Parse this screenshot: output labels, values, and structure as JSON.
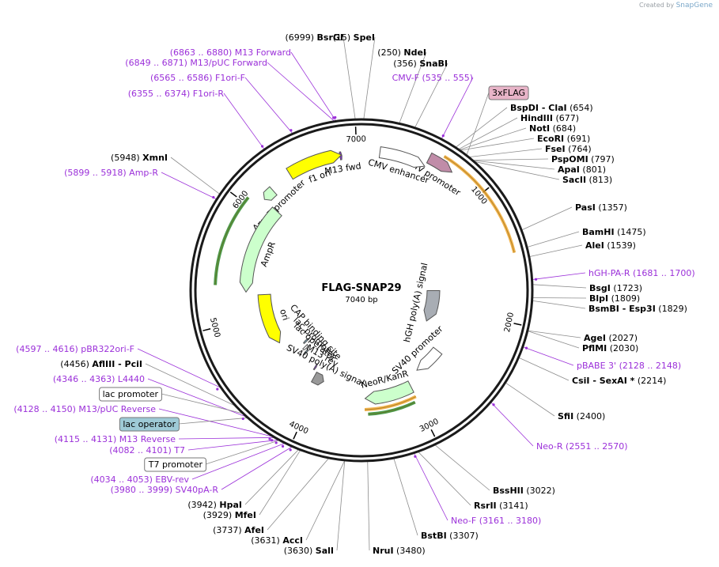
{
  "watermark": {
    "prefix": "Created by",
    "brand": "SnapGene"
  },
  "plasmid": {
    "name": "FLAG-SNAP29",
    "size_label": "7040 bp",
    "length": 7040
  },
  "colors": {
    "enzyme": "#000000",
    "primer": "#9b30d9",
    "leader": "#8c8c8c",
    "primer_leader": "#9b30d9",
    "backbone": "#1a1a1a",
    "highlight_orange": "#f0a830",
    "highlight_green": "#2e8b2e"
  },
  "scale_ticks": [
    {
      "bp": 1000,
      "label": "1000"
    },
    {
      "bp": 2000,
      "label": "2000"
    },
    {
      "bp": 3000,
      "label": "3000"
    },
    {
      "bp": 4000,
      "label": "4000"
    },
    {
      "bp": 5000,
      "label": "5000"
    },
    {
      "bp": 6000,
      "label": "6000"
    },
    {
      "bp": 7000,
      "label": "7000"
    }
  ],
  "features": [
    {
      "name": "FLAG",
      "label": "3xFLAG",
      "start": 712,
      "end": 778,
      "color": "#c8a0b8",
      "dir": 1,
      "kind": "boxlabel"
    },
    {
      "name": "cmv-promoter",
      "label": "CMV promoter",
      "start": 530,
      "end": 733,
      "color": "#c08ca8",
      "dir": 1
    },
    {
      "name": "cmv-enhancer",
      "label": "CMV enhancer",
      "start": 149,
      "end": 528,
      "color": "#ffffff",
      "dir": 1
    },
    {
      "name": "m13-fwd",
      "label": "M13 fwd",
      "start": 6862,
      "end": 6878,
      "color": "#8a2be2",
      "dir": 1
    },
    {
      "name": "f1-ori",
      "label": "f1 ori",
      "start": 6420,
      "end": 6875,
      "color": "#ffff00",
      "dir": 1
    },
    {
      "name": "ampr-promoter",
      "label": "AmpR promoter",
      "start": 6123,
      "end": 6227,
      "color": "#ccffcc",
      "dir": -1
    },
    {
      "name": "ampr",
      "label": "AmpR",
      "start": 5262,
      "end": 6122,
      "color": "#ccffcc",
      "dir": -1
    },
    {
      "name": "ori",
      "label": "ori",
      "start": 4640,
      "end": 5230,
      "color": "#ffff00",
      "dir": -1
    },
    {
      "name": "cap-site",
      "label": "CAP binding site",
      "start": 4440,
      "end": 4462,
      "color": "#7faabb",
      "dir": 1
    },
    {
      "name": "lac-promoter",
      "label": "lac promoter",
      "start": 4370,
      "end": 4400,
      "color": "#ffffff",
      "dir": -1
    },
    {
      "name": "lac-operator",
      "label": "lac operator",
      "start": 4330,
      "end": 4350,
      "color": "#7faabb",
      "dir": 1
    },
    {
      "name": "m13-rev",
      "label": "M13 rev",
      "start": 4115,
      "end": 4131,
      "color": "#8a2be2",
      "dir": -1
    },
    {
      "name": "sv40-polya",
      "label": "SV40 poly(A) signal",
      "start": 3960,
      "end": 4081,
      "color": "#999999",
      "dir": -1
    },
    {
      "name": "neor",
      "label": "NeoR/KanR",
      "start": 2989,
      "end": 3483,
      "color": "#ccffcc",
      "dir": 1
    },
    {
      "name": "sv40-promoter",
      "label": "SV40 promoter",
      "start": 2512,
      "end": 2841,
      "color": "#ffffff",
      "dir": 1
    },
    {
      "name": "hgh-polya",
      "label": "hGH poly(A) signal",
      "start": 1766,
      "end": 2255,
      "color": "#a8adb4",
      "dir": 1
    }
  ],
  "highlights": [
    {
      "name": "cmv-f-arc",
      "start": 620,
      "end": 1490,
      "color": "#f0a830",
      "dir": 1
    },
    {
      "name": "neor-arc",
      "start": 2990,
      "end": 3490,
      "color": "#f0a830",
      "dir": -1
    },
    {
      "name": "ampr-arc",
      "start": 5320,
      "end": 6050,
      "color": "#2e8b2e",
      "dir": -1
    },
    {
      "name": "neo-green",
      "start": 3020,
      "end": 3460,
      "color": "#2e8b2e",
      "dir": 1
    }
  ],
  "left_labels": [
    {
      "name": "xmni",
      "pos": "(5948)",
      "label": "XmnI",
      "bp": 5948,
      "kind": "enzyme",
      "x": 0,
      "y": 0
    },
    {
      "name": "amp-r",
      "text": "(5899 .. 5918)  Amp-R",
      "bp": 5908,
      "kind": "primer"
    },
    {
      "name": "pbr322ori-f",
      "text": "(4597 .. 4616)  pBR322ori-F",
      "bp": 4606,
      "kind": "primer"
    },
    {
      "name": "aflii-pcii",
      "pos": "(4456)",
      "label": "AflIII",
      "label2": "PciI",
      "bp": 4456,
      "kind": "enzyme2"
    },
    {
      "name": "l4440",
      "text": "(4346 .. 4363)  L4440",
      "bp": 4354,
      "kind": "primer"
    },
    {
      "name": "lac-promoter-label",
      "text": "lac promoter",
      "bp": 4385,
      "kind": "box",
      "fill": "#ffffff"
    },
    {
      "name": "m13-puc-reverse",
      "text": "(4128 .. 4150)  M13/pUC Reverse",
      "bp": 4139,
      "kind": "primer"
    },
    {
      "name": "lac-operator-label",
      "text": "lac operator",
      "bp": 4340,
      "kind": "box",
      "fill": "#9ecad6"
    },
    {
      "name": "m13-reverse",
      "text": "(4115 .. 4131)  M13 Reverse",
      "bp": 4123,
      "kind": "primer"
    },
    {
      "name": "t7",
      "text": "(4082 .. 4101)  T7",
      "bp": 4091,
      "kind": "primer"
    },
    {
      "name": "t7-promoter-label",
      "text": "T7 promoter",
      "bp": 4085,
      "kind": "box",
      "fill": "#ffffff"
    },
    {
      "name": "ebv-rev",
      "text": "(4034 .. 4053)  EBV-rev",
      "bp": 4043,
      "kind": "primer"
    },
    {
      "name": "sv40pa-r",
      "text": "(3980 .. 3999)  SV40pA-R",
      "bp": 3989,
      "kind": "primer"
    },
    {
      "name": "hpai",
      "pos": "(3942)",
      "label": "HpaI",
      "bp": 3942,
      "kind": "enzyme"
    },
    {
      "name": "mfei",
      "pos": "(3929)",
      "label": "MfeI",
      "bp": 3929,
      "kind": "enzyme"
    },
    {
      "name": "afei",
      "pos": "(3737)",
      "label": "AfeI",
      "bp": 3737,
      "kind": "enzyme"
    },
    {
      "name": "acci",
      "pos": "(3631)",
      "label": "AccI",
      "bp": 3631,
      "kind": "enzyme"
    },
    {
      "name": "sali",
      "pos": "(3630)",
      "label": "SalI",
      "bp": 3630,
      "kind": "enzyme"
    }
  ],
  "top_labels": [
    {
      "name": "m13-forward",
      "text": "(6863 .. 6880)  M13 Forward",
      "bp": 6871,
      "kind": "primer"
    },
    {
      "name": "m13-puc-forward",
      "text": "(6849 .. 6871)  M13/pUC Forward",
      "bp": 6860,
      "kind": "primer"
    },
    {
      "name": "f1ori-f",
      "text": "(6565 .. 6586)  F1ori-F",
      "bp": 6575,
      "kind": "primer"
    },
    {
      "name": "f1ori-r",
      "text": "(6355 .. 6374)  F1ori-R",
      "bp": 6364,
      "kind": "primer"
    },
    {
      "name": "bsrgi",
      "pos": "(6999)",
      "label": "BsrGI",
      "bp": 6999,
      "kind": "enzyme"
    },
    {
      "name": "spei",
      "pos": "(15)",
      "label": "SpeI",
      "bp": 15,
      "kind": "enzyme"
    },
    {
      "name": "ndei",
      "pos": "(250)",
      "label": "NdeI",
      "bp": 250,
      "kind": "enzyme"
    },
    {
      "name": "snabi",
      "pos": "(356)",
      "label": "SnaBI",
      "bp": 356,
      "kind": "enzyme"
    },
    {
      "name": "cmv-f",
      "text": "CMV-F   (535 .. 555)",
      "bp": 545,
      "kind": "primer"
    }
  ],
  "right_labels": [
    {
      "name": "3xflag-label",
      "text": "3xFLAG",
      "bp": 740,
      "kind": "box",
      "fill": "#e8b4c8"
    },
    {
      "name": "bspdi-clai",
      "pos": "(654)",
      "label": "BspDI",
      "label2": "ClaI",
      "bp": 654,
      "kind": "enzyme2"
    },
    {
      "name": "hindiii",
      "pos": "(677)",
      "label": "HindIII",
      "bp": 677,
      "kind": "enzyme"
    },
    {
      "name": "noti",
      "pos": "(684)",
      "label": "NotI",
      "bp": 684,
      "kind": "enzyme"
    },
    {
      "name": "ecori",
      "pos": "(691)",
      "label": "EcoRI",
      "bp": 691,
      "kind": "enzyme"
    },
    {
      "name": "fsei",
      "pos": "(764)",
      "label": "FseI",
      "bp": 764,
      "kind": "enzyme"
    },
    {
      "name": "pspomi",
      "pos": "(797)",
      "label": "PspOMI",
      "bp": 797,
      "kind": "enzyme"
    },
    {
      "name": "apai",
      "pos": "(801)",
      "label": "ApaI",
      "bp": 801,
      "kind": "enzyme"
    },
    {
      "name": "sacii",
      "pos": "(813)",
      "label": "SacII",
      "bp": 813,
      "kind": "enzyme"
    },
    {
      "name": "pasi",
      "pos": "(1357)",
      "label": "PasI",
      "bp": 1357,
      "kind": "enzyme"
    },
    {
      "name": "bamhi",
      "pos": "(1475)",
      "label": "BamHI",
      "bp": 1475,
      "kind": "enzyme"
    },
    {
      "name": "alei",
      "pos": "(1539)",
      "label": "AleI",
      "bp": 1539,
      "kind": "enzyme"
    },
    {
      "name": "hgh-pa-r",
      "text": "hGH-PA-R    (1681 .. 1700)",
      "bp": 1690,
      "kind": "primer"
    },
    {
      "name": "bsgi",
      "pos": "(1723)",
      "label": "BsgI",
      "bp": 1723,
      "kind": "enzyme"
    },
    {
      "name": "blpi",
      "pos": "(1809)",
      "label": "BlpI",
      "bp": 1809,
      "kind": "enzyme"
    },
    {
      "name": "bsmbi-esp3i",
      "pos": "(1829)",
      "label": "BsmBI",
      "label2": "Esp3I",
      "bp": 1829,
      "kind": "enzyme2"
    },
    {
      "name": "agei",
      "pos": "(2027)",
      "label": "AgeI",
      "bp": 2027,
      "kind": "enzyme"
    },
    {
      "name": "pflmi",
      "pos": "(2030)",
      "label": "PflMI",
      "bp": 2030,
      "kind": "enzyme"
    },
    {
      "name": "pbabe3",
      "text": "pBABE 3'    (2128 .. 2148)",
      "bp": 2138,
      "kind": "primer"
    },
    {
      "name": "csii-sexai",
      "pos": "(2214)",
      "label": "CsiI",
      "label2": "SexAI *",
      "bp": 2214,
      "kind": "enzyme2"
    },
    {
      "name": "sfii",
      "pos": "(2400)",
      "label": "SfiI",
      "bp": 2400,
      "kind": "enzyme"
    },
    {
      "name": "neo-r",
      "text": "Neo-R    (2551 .. 2570)",
      "bp": 2560,
      "kind": "primer"
    },
    {
      "name": "bsshii",
      "pos": "(3022)",
      "label": "BssHII",
      "bp": 3022,
      "kind": "enzyme"
    },
    {
      "name": "rsrii",
      "pos": "(3141)",
      "label": "RsrII",
      "bp": 3141,
      "kind": "enzyme"
    },
    {
      "name": "neo-f",
      "text": "Neo-F    (3161 .. 3180)",
      "bp": 3170,
      "kind": "primer"
    },
    {
      "name": "bstbi",
      "pos": "(3307)",
      "label": "BstBI",
      "bp": 3307,
      "kind": "enzyme"
    },
    {
      "name": "nrui",
      "pos": "(3480)",
      "label": "NruI",
      "bp": 3480,
      "kind": "enzyme"
    }
  ]
}
